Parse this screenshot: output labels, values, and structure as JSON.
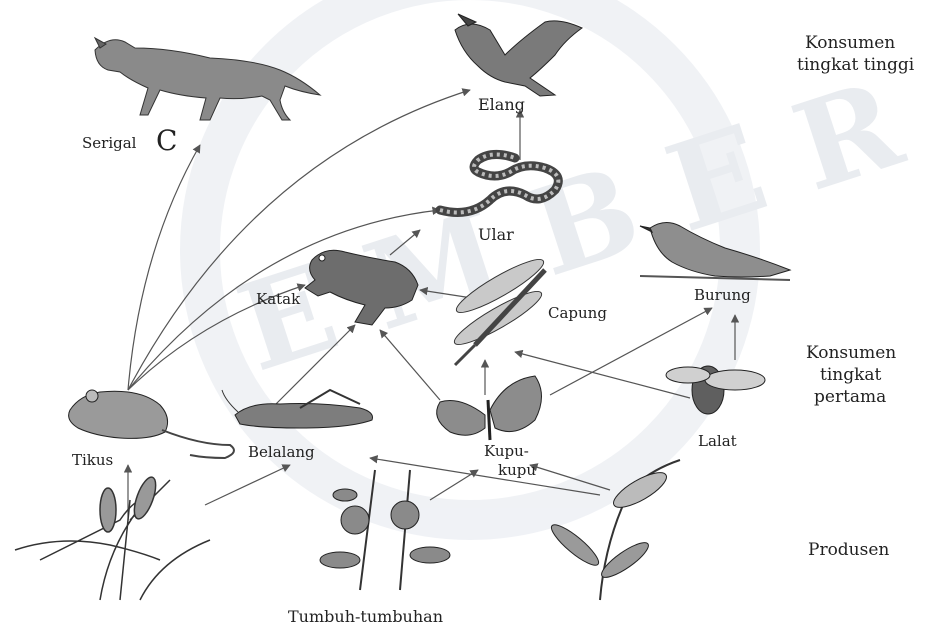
{
  "organisms": {
    "serigala": "Serigal",
    "serigala_mark": "C",
    "elang": "Elang",
    "ular": "Ular",
    "katak": "Katak",
    "capung": "Capung",
    "burung": "Burung",
    "tikus": "Tikus",
    "belalang": "Belalang",
    "kupu_1": "Kupu-",
    "kupu_2": "kupu",
    "lalat": "Lalat",
    "tumbuhan": "Tumbuh-tumbuhan"
  },
  "levels": {
    "top_1": "Konsumen",
    "top_2": "tingkat tinggi",
    "first_1": "Konsumen",
    "first_2": "tingkat",
    "first_3": "pertama",
    "producer": "Produsen"
  },
  "links": [
    [
      "tikus",
      "serigala"
    ],
    [
      "tikus",
      "elang"
    ],
    [
      "tikus",
      "ular"
    ],
    [
      "tikus",
      "katak"
    ],
    [
      "ular",
      "elang"
    ],
    [
      "katak",
      "ular"
    ],
    [
      "capung",
      "katak"
    ],
    [
      "belalang",
      "katak"
    ],
    [
      "kupu",
      "katak"
    ],
    [
      "kupu",
      "capung"
    ],
    [
      "kupu",
      "burung"
    ],
    [
      "lalat",
      "capung"
    ],
    [
      "lalat",
      "burung"
    ],
    [
      "tumbuhan",
      "tikus"
    ],
    [
      "tumbuhan",
      "belalang"
    ],
    [
      "tumbuhan",
      "kupu"
    ]
  ],
  "colors": {
    "line": "#555555",
    "ink": "#222222",
    "watermark": "#d8dde4"
  }
}
